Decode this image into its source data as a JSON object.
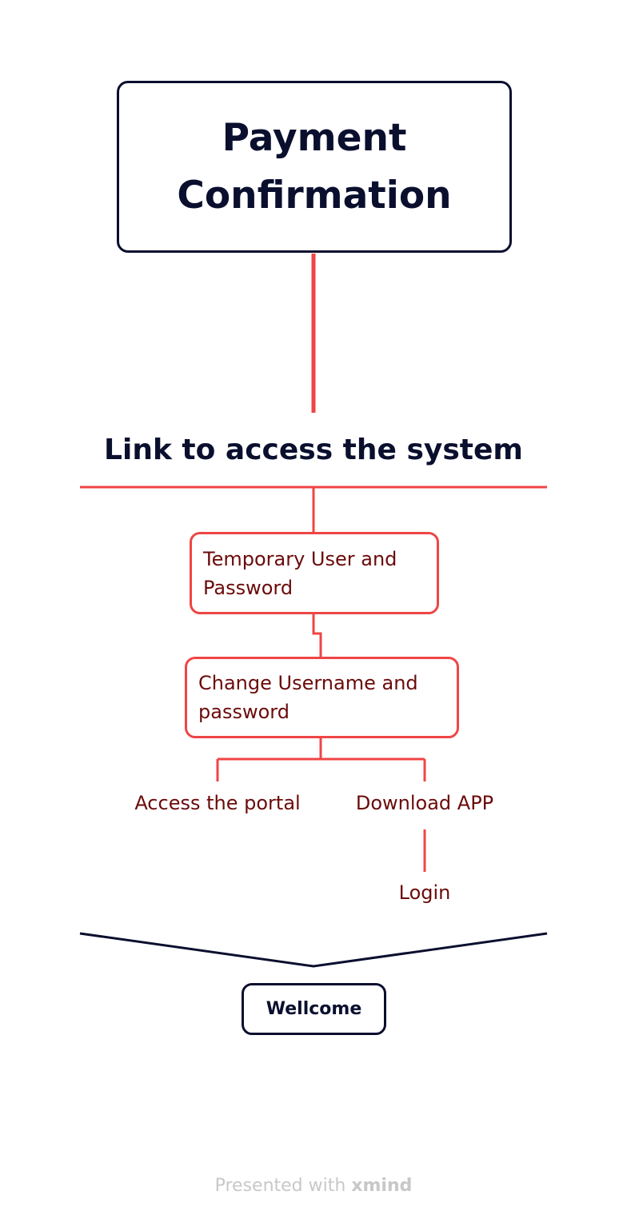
{
  "root": {
    "title_line1": "Payment",
    "title_line2": "Confirmation"
  },
  "main_topic": {
    "label": "Link to access the system"
  },
  "steps": [
    {
      "line1": "Temporary User and",
      "line2": "Password"
    },
    {
      "line1": "Change Username and",
      "line2": "password"
    }
  ],
  "branches": {
    "portal": "Access the portal",
    "app": "Download APP",
    "login": "Login"
  },
  "summary": {
    "label": "Wellcome"
  },
  "footer": {
    "prefix": "Presented with",
    "brand": "xmind"
  },
  "colors": {
    "connector": "#ef4545",
    "dark": "#0a0f2e",
    "leaf_text": "#6b0a0a",
    "footer": "#c8c8c8"
  }
}
